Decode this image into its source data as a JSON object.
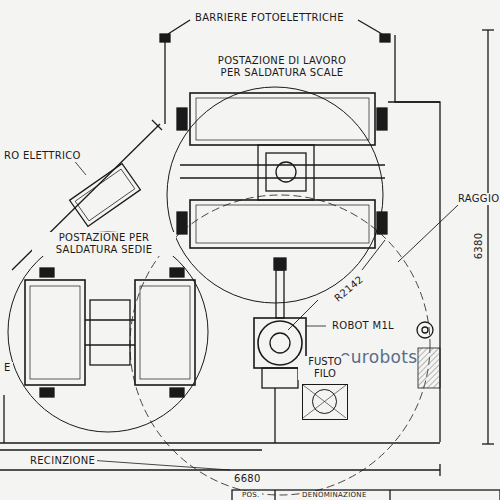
{
  "diagram": {
    "nodes": [
      {
        "text": [
          "FUSTO FILO"
        ]
      }
    ],
    "labels": [
      "BARRIERE FOTOELETTRICHE",
      "POSTAZIONE DI LAVORO PER SALDATURA SCALE",
      "RO ELETTRICO",
      "POSTAZIONE PER SALDATURA SEDIE",
      "R2142",
      "ROBOT M1L",
      "RAGGIO",
      "6380",
      "E",
      "RECINZIONE",
      "6680",
      "eurobots",
      "POS.",
      "DENOMINAZIONE"
    ]
  }
}
